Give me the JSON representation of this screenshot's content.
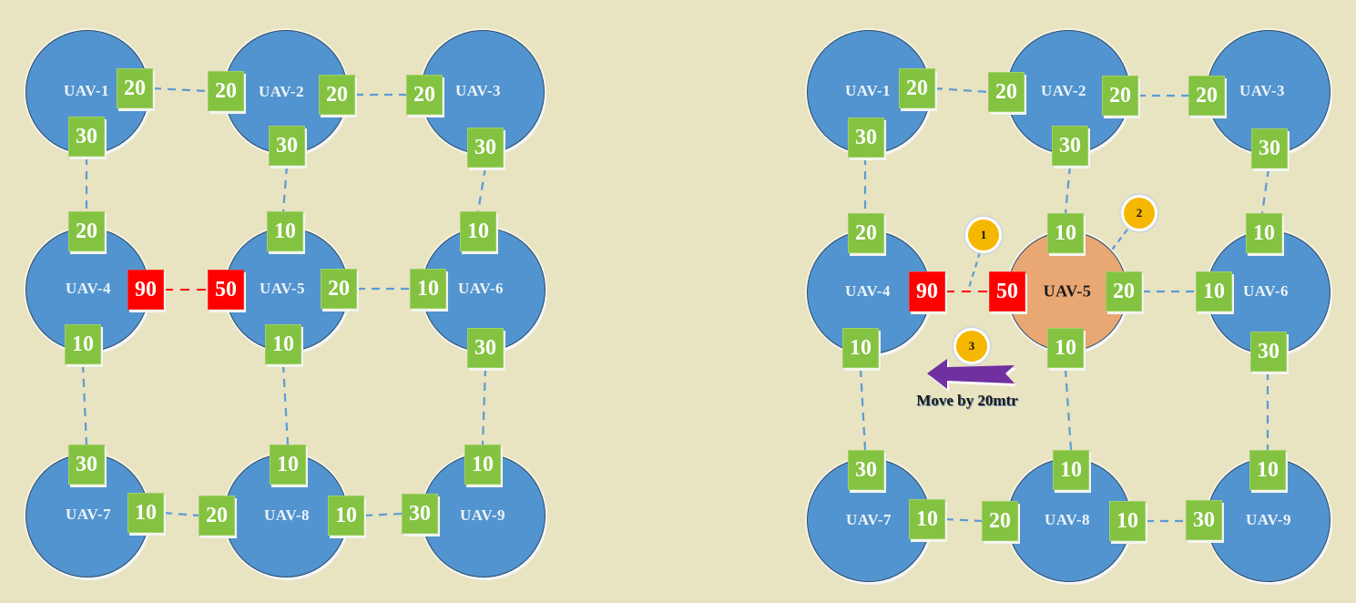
{
  "colors": {
    "background": "#E8E3C1",
    "uav_fill": "#5294CF",
    "uav_highlight_fill": "#E9A774",
    "weight_box": "#84C341",
    "alert_box": "#FF0000",
    "link_normal": "#5B9BD5",
    "link_alert": "#FF0000",
    "badge": "#F6B700",
    "arrow": "#7030A0"
  },
  "left_panel": {
    "uavs": [
      {
        "id": "UAV-1",
        "label": "UAV-1"
      },
      {
        "id": "UAV-2",
        "label": "UAV-2"
      },
      {
        "id": "UAV-3",
        "label": "UAV-3"
      },
      {
        "id": "UAV-4",
        "label": "UAV-4"
      },
      {
        "id": "UAV-5",
        "label": "UAV-5"
      },
      {
        "id": "UAV-6",
        "label": "UAV-6"
      },
      {
        "id": "UAV-7",
        "label": "UAV-7"
      },
      {
        "id": "UAV-8",
        "label": "UAV-8"
      },
      {
        "id": "UAV-9",
        "label": "UAV-9"
      }
    ],
    "weights": {
      "uav1_right": "20",
      "uav1_bottom": "30",
      "uav2_left": "20",
      "uav2_right": "20",
      "uav2_bottom": "30",
      "uav3_left": "20",
      "uav3_bottom": "30",
      "uav4_top": "20",
      "uav4_right": "90",
      "uav4_bottom": "10",
      "uav5_top": "10",
      "uav5_left": "50",
      "uav5_right": "20",
      "uav5_bottom": "10",
      "uav6_top": "10",
      "uav6_left": "10",
      "uav6_bottom": "30",
      "uav7_top": "30",
      "uav7_right": "10",
      "uav8_left": "20",
      "uav8_top": "10",
      "uav8_right": "10",
      "uav9_left": "30",
      "uav9_top": "10"
    }
  },
  "right_panel": {
    "uavs": [
      {
        "id": "UAV-1",
        "label": "UAV-1"
      },
      {
        "id": "UAV-2",
        "label": "UAV-2"
      },
      {
        "id": "UAV-3",
        "label": "UAV-3"
      },
      {
        "id": "UAV-4",
        "label": "UAV-4"
      },
      {
        "id": "UAV-5",
        "label": "UAV-5",
        "highlighted": true
      },
      {
        "id": "UAV-6",
        "label": "UAV-6"
      },
      {
        "id": "UAV-7",
        "label": "UAV-7"
      },
      {
        "id": "UAV-8",
        "label": "UAV-8"
      },
      {
        "id": "UAV-9",
        "label": "UAV-9"
      }
    ],
    "weights": {
      "uav1_right": "20",
      "uav1_bottom": "30",
      "uav2_left": "20",
      "uav2_right": "20",
      "uav2_bottom": "30",
      "uav3_left": "20",
      "uav3_bottom": "30",
      "uav4_top": "20",
      "uav4_right": "90",
      "uav4_bottom": "10",
      "uav5_top": "10",
      "uav5_left": "50",
      "uav5_right": "20",
      "uav5_bottom": "10",
      "uav6_top": "10",
      "uav6_left": "10",
      "uav6_bottom": "30",
      "uav7_top": "30",
      "uav7_right": "10",
      "uav8_left": "20",
      "uav8_top": "10",
      "uav8_right": "10",
      "uav9_left": "30",
      "uav9_top": "10"
    },
    "badges": [
      {
        "number": "1"
      },
      {
        "number": "2"
      },
      {
        "number": "3"
      }
    ],
    "move_annotation": {
      "label": "Move by 20mtr",
      "direction": "left"
    }
  }
}
